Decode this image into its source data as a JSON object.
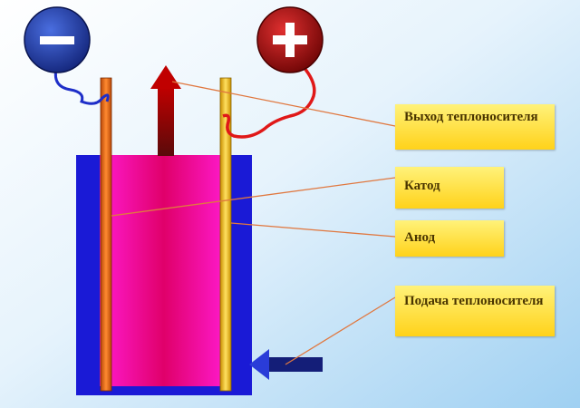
{
  "labels": {
    "outlet": "Выход теплоносителя",
    "cathode": "Катод",
    "anode": "Анод",
    "inlet": "Подача теплоносителя"
  },
  "signs": {
    "negative": "−",
    "positive": "+"
  },
  "colors": {
    "background_left": "#ffffff",
    "background_right": "#9fd0f2",
    "vessel_wall": "#1a1ad6",
    "liquid_center": "#e0006a",
    "liquid_edge": "#ff1bd0",
    "cathode_rod": "#ef6a14",
    "anode_rod": "#f2c21a",
    "negative_terminal": "#1f3fb0",
    "positive_terminal": "#b30e0e",
    "label_fill": "#ffe14a",
    "leader_line": "#e07840"
  }
}
